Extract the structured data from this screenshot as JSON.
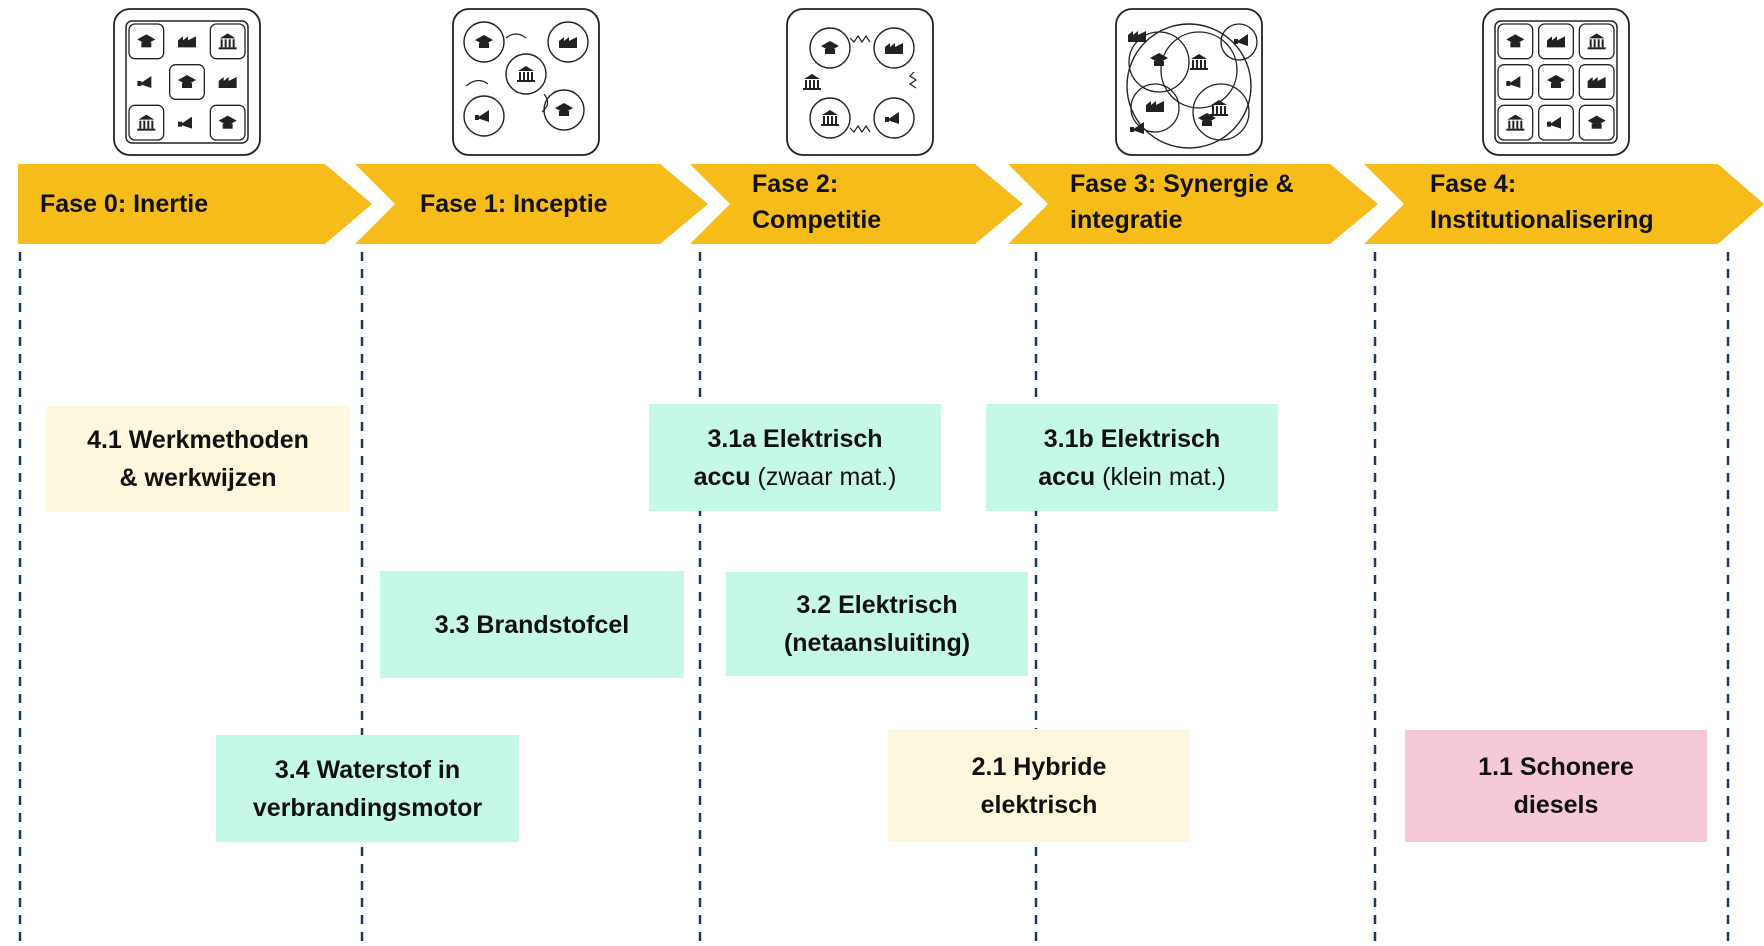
{
  "colors": {
    "arrow": "#f6bc1a",
    "divider": "#1f3a5f",
    "teal": "#c6f8e6",
    "cream": "#fdf7dd",
    "pink": "#f6c9d6",
    "icon_frame": "#222222"
  },
  "phases": [
    {
      "id": "fase-0",
      "lines": [
        "Fase 0: Inertie"
      ],
      "icon": "grid-of-actor-blocks-icon"
    },
    {
      "id": "fase-1",
      "lines": [
        "Fase 1: Inceptie"
      ],
      "icon": "scattered-actor-clusters-icon"
    },
    {
      "id": "fase-2",
      "lines": [
        "Fase 2:",
        "Competitie"
      ],
      "icon": "competing-actor-clusters-icon"
    },
    {
      "id": "fase-3",
      "lines": [
        "Fase 3: Synergie &",
        "integratie"
      ],
      "icon": "overlapping-actor-circles-icon"
    },
    {
      "id": "fase-4",
      "lines": [
        "Fase 4:",
        "Institutionalisering"
      ],
      "icon": "structured-actor-grid-icon"
    }
  ],
  "boxes": [
    {
      "id": "box-4-1",
      "color": "cream",
      "lines": [
        [
          {
            "t": "4.1 Werkmethoden",
            "b": true
          }
        ],
        [
          {
            "t": "& werkwijzen",
            "b": true
          }
        ]
      ]
    },
    {
      "id": "box-3-1a",
      "color": "teal",
      "lines": [
        [
          {
            "t": "3.1a Elektrisch",
            "b": true
          }
        ],
        [
          {
            "t": "accu",
            "b": true
          },
          {
            "t": " (zwaar mat.)",
            "b": false
          }
        ]
      ]
    },
    {
      "id": "box-3-1b",
      "color": "teal",
      "lines": [
        [
          {
            "t": "3.1b Elektrisch",
            "b": true
          }
        ],
        [
          {
            "t": "accu",
            "b": true
          },
          {
            "t": " (klein mat.)",
            "b": false
          }
        ]
      ]
    },
    {
      "id": "box-3-3",
      "color": "teal",
      "lines": [
        [
          {
            "t": "3.3 Brandstofcel",
            "b": true
          }
        ]
      ]
    },
    {
      "id": "box-3-2",
      "color": "teal",
      "lines": [
        [
          {
            "t": "3.2 Elektrisch",
            "b": true
          }
        ],
        [
          {
            "t": "(netaansluiting)",
            "b": true
          }
        ]
      ]
    },
    {
      "id": "box-3-4",
      "color": "teal",
      "lines": [
        [
          {
            "t": "3.4 Waterstof in",
            "b": true
          }
        ],
        [
          {
            "t": "verbrandingsmotor",
            "b": true
          }
        ]
      ]
    },
    {
      "id": "box-2-1",
      "color": "cream",
      "lines": [
        [
          {
            "t": "2.1 Hybride",
            "b": true
          }
        ],
        [
          {
            "t": "elektrisch",
            "b": true
          }
        ]
      ]
    },
    {
      "id": "box-1-1",
      "color": "pink",
      "lines": [
        [
          {
            "t": "1.1 Schonere",
            "b": true
          }
        ],
        [
          {
            "t": "diesels",
            "b": true
          }
        ]
      ]
    }
  ]
}
